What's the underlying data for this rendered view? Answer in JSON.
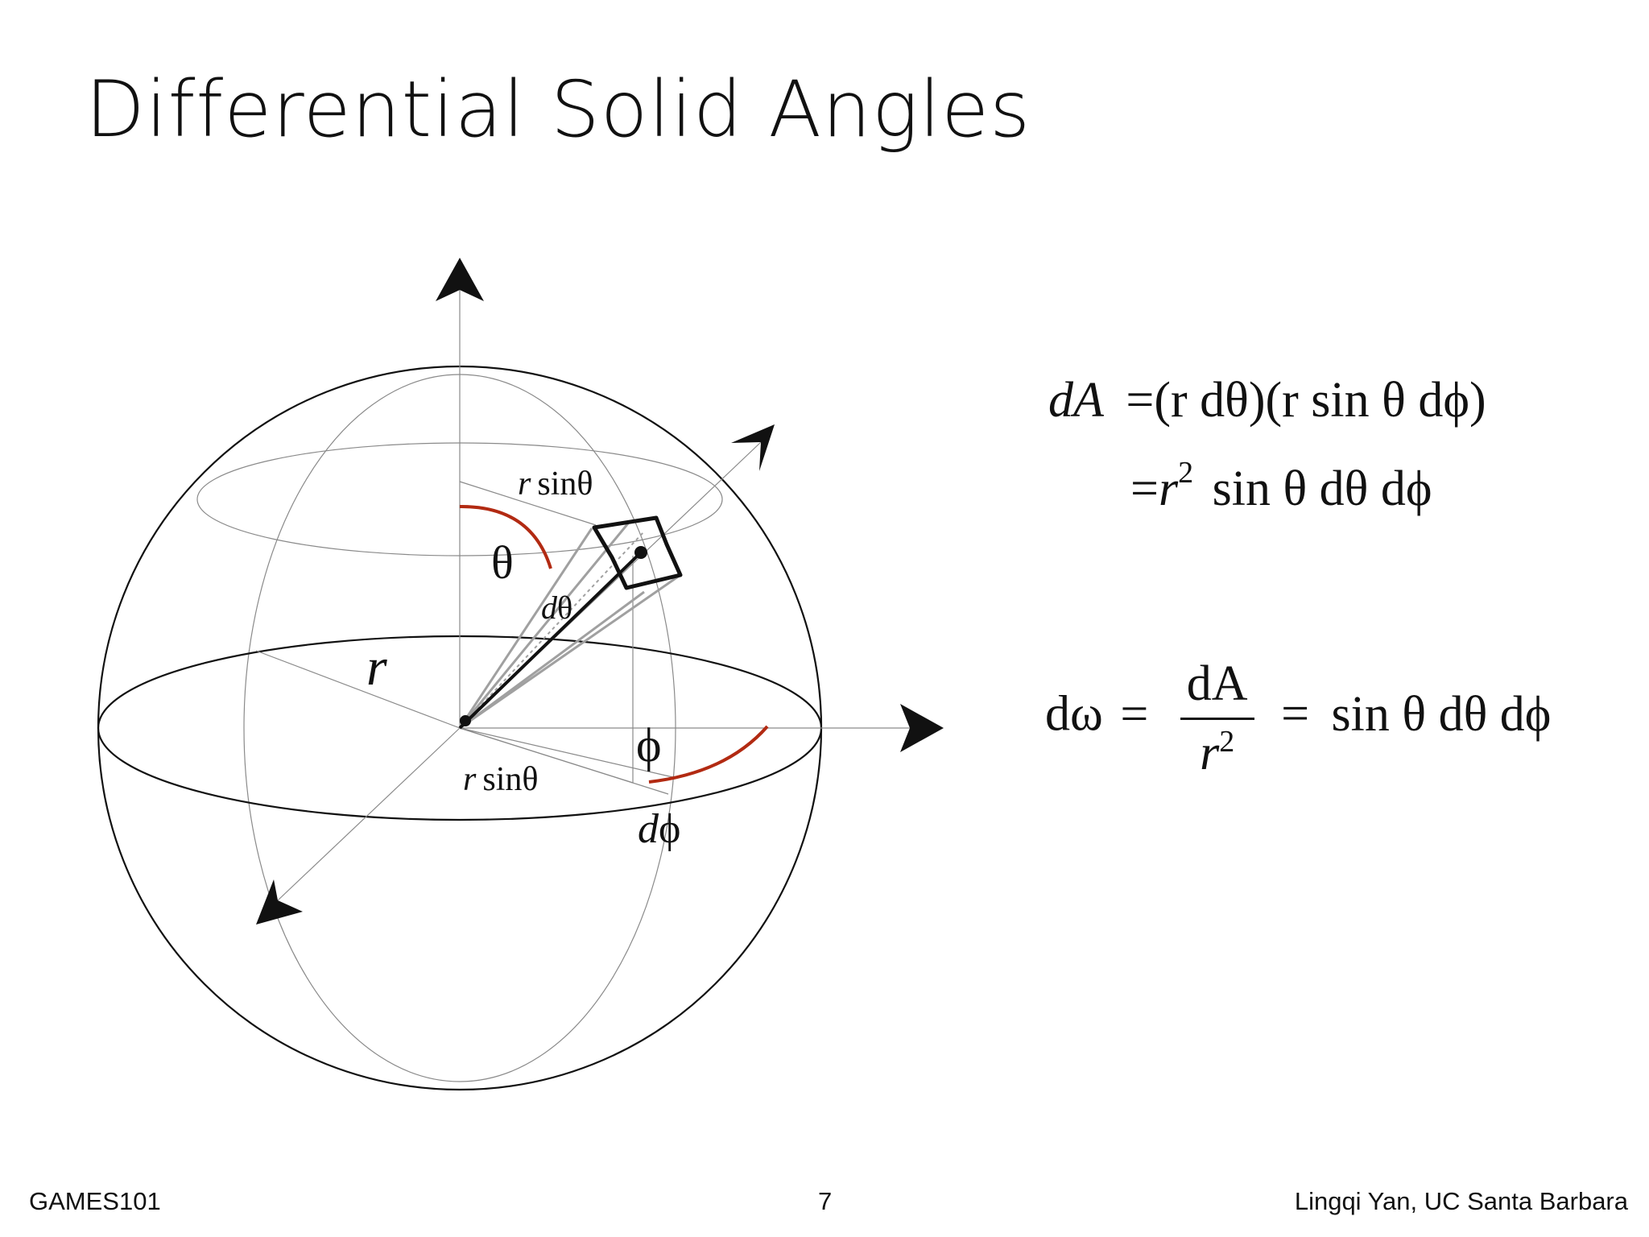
{
  "slide": {
    "title": "Differential Solid Angles",
    "footer_left": "GAMES101",
    "footer_center": "7",
    "footer_right": "Lingqi Yan, UC Santa Barbara"
  },
  "diagram": {
    "labels": {
      "r": "r",
      "theta": "θ",
      "phi": "ϕ",
      "r_sin_theta_top_r": "r",
      "r_sin_theta_top_rest": "sinθ",
      "r_sin_theta_bottom_r": "r",
      "r_sin_theta_bottom_rest": "sinθ",
      "d_theta_d": "d",
      "d_theta_theta": "θ",
      "d_phi_d": "d",
      "d_phi_phi": "ϕ"
    },
    "colors": {
      "arc": "#b22a12",
      "line_dark": "#111111",
      "line_gray": "#8a8a8a",
      "line_light": "#a0a0a0"
    }
  },
  "equations": {
    "eq1_line1": {
      "lhs": "dA",
      "eq": "=",
      "rhs": "(r dθ)(r sin θ dϕ)"
    },
    "eq1_line2": {
      "eq": "=",
      "r": "r",
      "exp": "2",
      "rest": "sin θ dθ dϕ"
    },
    "eq2": {
      "lhs": "dω",
      "eq": "=",
      "num": "dA",
      "den_r": "r",
      "den_exp": "2",
      "eq2": "=",
      "rhs": "sin θ dθ dϕ"
    }
  }
}
